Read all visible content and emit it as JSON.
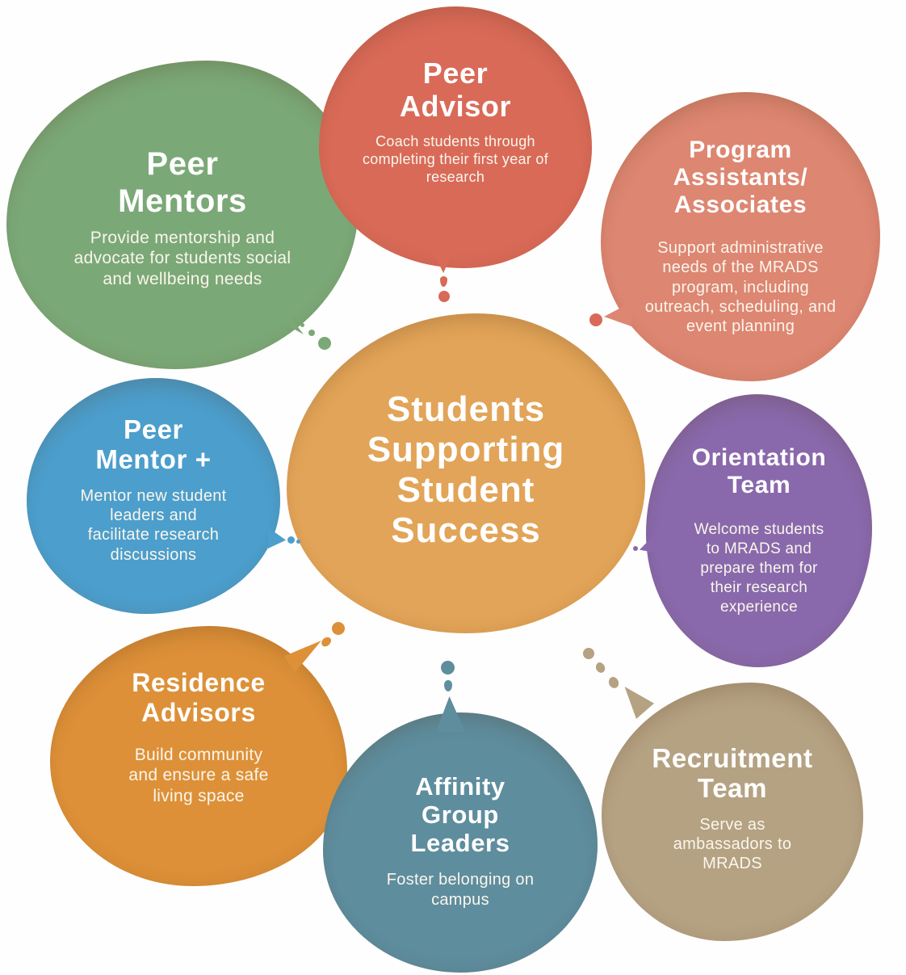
{
  "center": {
    "title": "Students\nSupporting\nStudent\nSuccess",
    "color": "#E2A458"
  },
  "bubbles": [
    {
      "name": "Peer Mentors",
      "title": "Peer\nMentors",
      "description": "Provide mentorship and\nadvocate for students social\nand wellbeing needs",
      "color": "#7BA877"
    },
    {
      "name": "Peer Advisor",
      "title": "Peer\nAdvisor",
      "description": "Coach students through\ncompleting their first year of\nresearch",
      "color": "#D96A58"
    },
    {
      "name": "Program Assistants/Associates",
      "title": "Program\nAssistants/\nAssociates",
      "description": "Support administrative\nneeds of the MRADS\nprogram, including\noutreach, scheduling, and\nevent planning",
      "color": "#DD8671"
    },
    {
      "name": "Peer Mentor +",
      "title": "Peer\nMentor +",
      "description": "Mentor new student\nleaders and\nfacilitate research\ndiscussions",
      "color": "#4C9ECC"
    },
    {
      "name": "Orientation Team",
      "title": "Orientation\nTeam",
      "description": "Welcome students\nto MRADS and\nprepare them for\ntheir research\nexperience",
      "color": "#8969AB"
    },
    {
      "name": "Residence Advisors",
      "title": "Residence\nAdvisors",
      "description": "Build community\nand ensure a safe\nliving space",
      "color": "#DD9038"
    },
    {
      "name": "Affinity Group Leaders",
      "title": "Affinity\nGroup\nLeaders",
      "description": "Foster belonging on\ncampus",
      "color": "#5E8D9E"
    },
    {
      "name": "Recruitment Team",
      "title": "Recruitment\nTeam",
      "description": "Serve as\nambassadors to\nMRADS",
      "color": "#B5A283"
    }
  ]
}
